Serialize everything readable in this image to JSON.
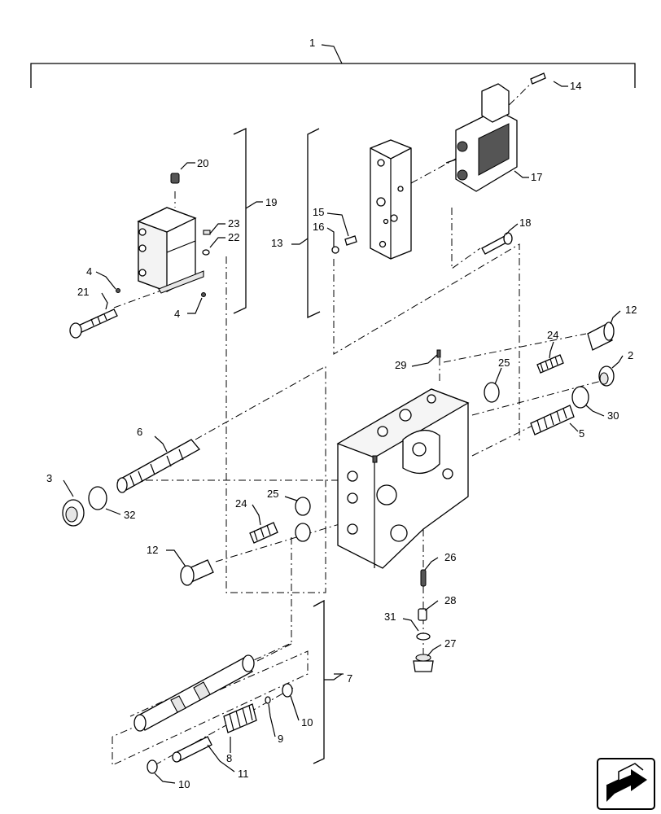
{
  "callouts": [
    {
      "id": "c1",
      "text": "1"
    },
    {
      "id": "c2",
      "text": "2"
    },
    {
      "id": "c3",
      "text": "3"
    },
    {
      "id": "c4a",
      "text": "4"
    },
    {
      "id": "c4b",
      "text": "4"
    },
    {
      "id": "c5",
      "text": "5"
    },
    {
      "id": "c6",
      "text": "6"
    },
    {
      "id": "c7",
      "text": "7"
    },
    {
      "id": "c8",
      "text": "8"
    },
    {
      "id": "c9",
      "text": "9"
    },
    {
      "id": "c10a",
      "text": "10"
    },
    {
      "id": "c10b",
      "text": "10"
    },
    {
      "id": "c11",
      "text": "11"
    },
    {
      "id": "c12a",
      "text": "12"
    },
    {
      "id": "c12b",
      "text": "12"
    },
    {
      "id": "c13",
      "text": "13"
    },
    {
      "id": "c14",
      "text": "14"
    },
    {
      "id": "c15",
      "text": "15"
    },
    {
      "id": "c16",
      "text": "16"
    },
    {
      "id": "c17",
      "text": "17"
    },
    {
      "id": "c18",
      "text": "18"
    },
    {
      "id": "c19",
      "text": "19"
    },
    {
      "id": "c20",
      "text": "20"
    },
    {
      "id": "c21",
      "text": "21"
    },
    {
      "id": "c22",
      "text": "22"
    },
    {
      "id": "c23",
      "text": "23"
    },
    {
      "id": "c24a",
      "text": "24"
    },
    {
      "id": "c24b",
      "text": "24"
    },
    {
      "id": "c25a",
      "text": "25"
    },
    {
      "id": "c25b",
      "text": "25"
    },
    {
      "id": "c26",
      "text": "26"
    },
    {
      "id": "c27",
      "text": "27"
    },
    {
      "id": "c28",
      "text": "28"
    },
    {
      "id": "c29",
      "text": "29"
    },
    {
      "id": "c30",
      "text": "30"
    },
    {
      "id": "c31",
      "text": "31"
    },
    {
      "id": "c32",
      "text": "32"
    }
  ],
  "nav_icon": "next-page-arrow-icon"
}
